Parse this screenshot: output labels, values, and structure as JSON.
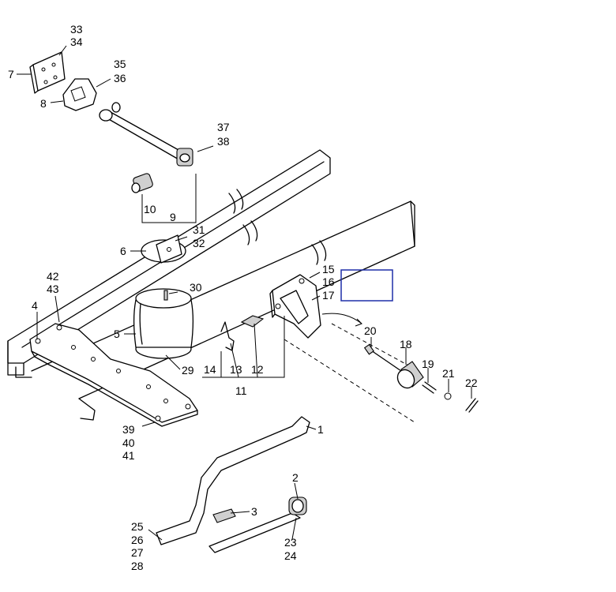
{
  "callouts": {
    "c1": "1",
    "c2": "2",
    "c3": "3",
    "c4": "4",
    "c5": "5",
    "c6": "6",
    "c7": "7",
    "c8": "8",
    "c9": "9",
    "c10": "10",
    "c11": "11",
    "c12": "12",
    "c13": "13",
    "c14": "14",
    "c15": "15",
    "c16": "16",
    "c17": "17",
    "c18": "18",
    "c19": "19",
    "c20": "20",
    "c21": "21",
    "c22": "22",
    "c23": "23",
    "c24": "24",
    "c25": "25",
    "c26": "26",
    "c27": "27",
    "c28": "28",
    "c29": "29",
    "c30": "30",
    "c31": "31",
    "c32": "32",
    "c33": "33",
    "c34": "34",
    "c35": "35",
    "c36": "36",
    "c37": "37",
    "c38": "38",
    "c39": "39",
    "c40": "40",
    "c41": "41",
    "c42": "42",
    "c43": "43"
  },
  "highlight_color": "#1f2fa8"
}
